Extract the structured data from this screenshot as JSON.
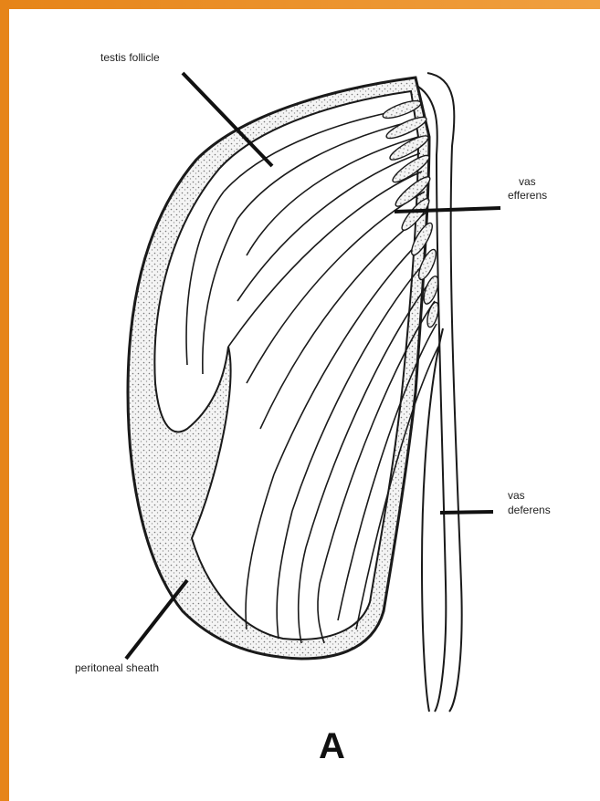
{
  "labels": {
    "testis_follicle": "testis follicle",
    "vasa_efferens_1": "vas",
    "vasa_efferens_2": "efferens",
    "vas_deferens_1": "vas",
    "vas_deferens_2": "deferens",
    "peritoneal_sheath": "peritoneal sheath"
  },
  "panel_letter": "A",
  "colors": {
    "frame": "#e07a14",
    "background": "#ffffff",
    "ink": "#1a1a1a"
  }
}
